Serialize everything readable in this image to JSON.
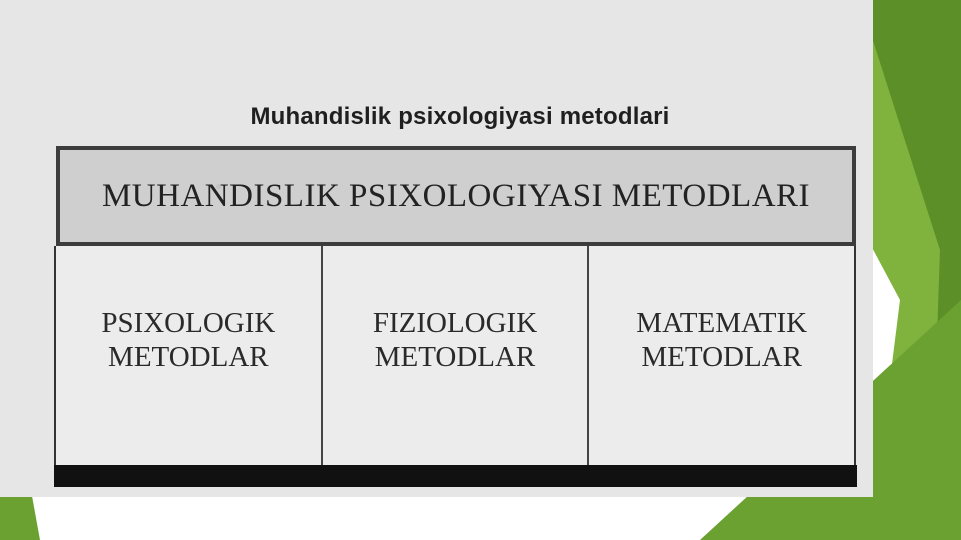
{
  "title": "Muhandislik psixologiyasi metodlari",
  "header": "MUHANDISLIK PSIXOLOGIYASI METODLARI",
  "cells": [
    {
      "line1": "PSIXOLOGIK",
      "line2": "METODLAR"
    },
    {
      "line1": "FIZIOLOGIK",
      "line2": "METODLAR"
    },
    {
      "line1": "MATEMATIK",
      "line2": "METODLAR"
    }
  ],
  "colors": {
    "accent_green": "#6a9f2e",
    "dark_green": "#4f7d1e"
  }
}
